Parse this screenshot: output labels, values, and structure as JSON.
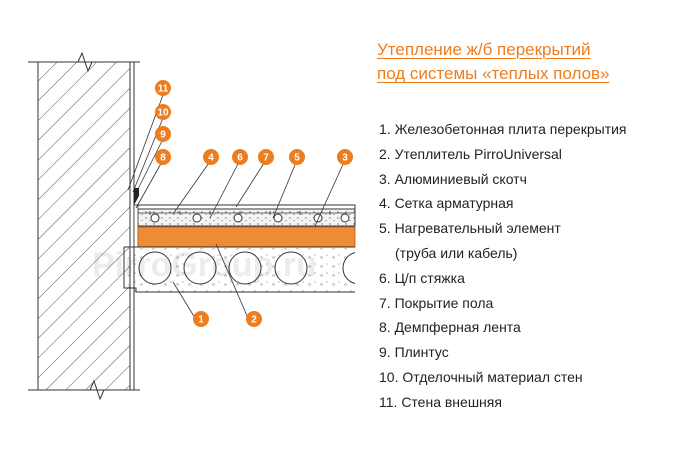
{
  "title": {
    "line1": "Утепление ж/б перекрытий",
    "line2": "под системы «теплых полов»"
  },
  "legend": [
    {
      "text": "1. Железобетонная плита перекрытия"
    },
    {
      "text": "2. Утеплитель PirroUniversal"
    },
    {
      "text": "3. Алюминиевый скотч"
    },
    {
      "text": "4. Сетка арматурная"
    },
    {
      "text": "5. Нагревательный элемент"
    },
    {
      "text": "(труба или кабель)"
    },
    {
      "text": "6. Ц/п стяжка"
    },
    {
      "text": "7. Покрытие пола"
    },
    {
      "text": "8. Демпферная лента"
    },
    {
      "text": "9. Плинтус"
    },
    {
      "text": "10. Отделочный материал стен"
    },
    {
      "text": "11. Стена внешняя"
    }
  ],
  "callouts": {
    "c1": "1",
    "c2": "2",
    "c3": "3",
    "c4": "4",
    "c5": "5",
    "c6": "6",
    "c7": "7",
    "c8": "8",
    "c9": "9",
    "c10": "10",
    "c11": "11"
  },
  "watermark": "PirroGroup.ru",
  "colors": {
    "accent": "#ee7d1f",
    "insulation": "#ef8a36",
    "line": "#333333"
  }
}
